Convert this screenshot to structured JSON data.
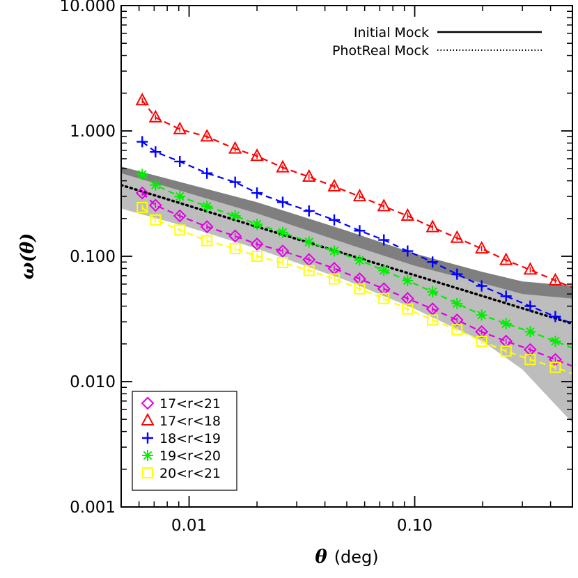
{
  "chart_data": {
    "type": "scatter",
    "xlabel": "θ",
    "xunit": "(deg)",
    "ylabel": "ω(θ)",
    "xscale": "log",
    "yscale": "log",
    "xlim": [
      0.005,
      0.5
    ],
    "ylim": [
      0.001,
      10
    ],
    "xticks": [
      0.01,
      0.1
    ],
    "xtick_labels": [
      "0.01",
      "0.10"
    ],
    "yticks": [
      0.001,
      0.01,
      0.1,
      1,
      10
    ],
    "ytick_labels": [
      "0.001",
      "0.010",
      "0.100",
      "1.000",
      "10.000"
    ],
    "x": [
      0.0062,
      0.0071,
      0.0091,
      0.012,
      0.016,
      0.02,
      0.026,
      0.034,
      0.044,
      0.057,
      0.073,
      0.093,
      0.12,
      0.154,
      0.198,
      0.254,
      0.325,
      0.42
    ],
    "series": [
      {
        "name": "17<r<21",
        "marker": "diamond",
        "color": "#e000e0",
        "values": [
          0.32,
          0.255,
          0.21,
          0.172,
          0.145,
          0.125,
          0.11,
          0.094,
          0.08,
          0.066,
          0.055,
          0.046,
          0.038,
          0.031,
          0.025,
          0.021,
          0.018,
          0.015
        ]
      },
      {
        "name": "17<r<18",
        "marker": "triangle",
        "color": "#ff0000",
        "values": [
          1.75,
          1.28,
          1.03,
          0.9,
          0.72,
          0.63,
          0.51,
          0.43,
          0.36,
          0.3,
          0.25,
          0.21,
          0.17,
          0.14,
          0.115,
          0.093,
          0.078,
          0.064
        ]
      },
      {
        "name": "18<r<19",
        "marker": "plus",
        "color": "#0000ff",
        "values": [
          0.82,
          0.68,
          0.57,
          0.46,
          0.39,
          0.32,
          0.27,
          0.23,
          0.195,
          0.16,
          0.135,
          0.11,
          0.09,
          0.072,
          0.058,
          0.048,
          0.04,
          0.033
        ]
      },
      {
        "name": "19<r<20",
        "marker": "asterisk",
        "color": "#00ee00",
        "values": [
          0.45,
          0.37,
          0.3,
          0.25,
          0.21,
          0.18,
          0.155,
          0.13,
          0.11,
          0.093,
          0.077,
          0.064,
          0.052,
          0.042,
          0.034,
          0.029,
          0.025,
          0.021
        ]
      },
      {
        "name": "20<r<21",
        "marker": "square",
        "color": "#ffff00",
        "values": [
          0.245,
          0.195,
          0.162,
          0.133,
          0.115,
          0.1,
          0.089,
          0.077,
          0.066,
          0.055,
          0.046,
          0.038,
          0.031,
          0.026,
          0.021,
          0.0175,
          0.015,
          0.013
        ]
      }
    ],
    "mock_legend": [
      {
        "name": "Initial Mock",
        "style": "solid"
      },
      {
        "name": "PhotReal Mock",
        "style": "dotted"
      }
    ],
    "photreal_line": {
      "x": [
        0.005,
        0.5
      ],
      "values": [
        0.37,
        0.029
      ]
    },
    "initial_band": {
      "x": [
        0.005,
        0.02,
        0.05,
        0.1,
        0.2,
        0.3,
        0.5
      ],
      "upper": [
        0.52,
        0.27,
        0.16,
        0.105,
        0.075,
        0.063,
        0.058
      ],
      "lower": [
        0.46,
        0.22,
        0.126,
        0.084,
        0.061,
        0.05,
        0.046
      ]
    },
    "photreal_band": {
      "x": [
        0.005,
        0.01,
        0.02,
        0.05,
        0.1,
        0.2,
        0.3,
        0.5
      ],
      "upper": [
        0.47,
        0.34,
        0.235,
        0.135,
        0.092,
        0.07,
        0.06,
        0.06
      ],
      "lower": [
        0.24,
        0.17,
        0.115,
        0.064,
        0.038,
        0.021,
        0.0125,
        0.0047
      ]
    },
    "legend_placement": "bottom-left",
    "mock_legend_placement": "top-right",
    "grid": false
  }
}
